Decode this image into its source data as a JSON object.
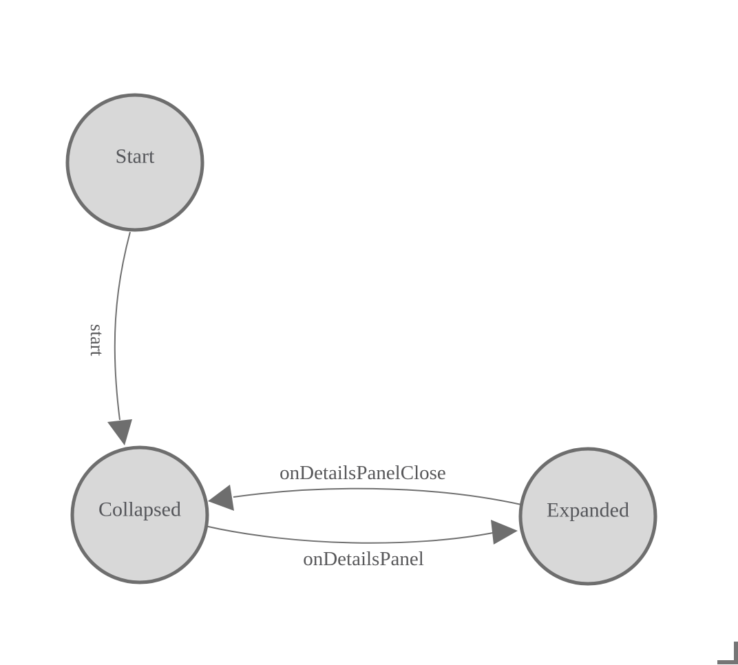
{
  "diagram": {
    "type": "state-machine",
    "nodes": [
      {
        "id": "start",
        "label": "Start"
      },
      {
        "id": "collapsed",
        "label": "Collapsed"
      },
      {
        "id": "expanded",
        "label": "Expanded"
      }
    ],
    "edges": [
      {
        "from": "Start",
        "to": "Collapsed",
        "label": "start"
      },
      {
        "from": "Expanded",
        "to": "Collapsed",
        "label": "onDetailsPanelClose"
      },
      {
        "from": "Collapsed",
        "to": "Expanded",
        "label": "onDetailsPanel"
      }
    ],
    "colors": {
      "background": "#ffffff",
      "node_fill": "#d8d8d8",
      "node_stroke": "#6e6e6e",
      "edge_stroke": "#6f6f6f",
      "arrowhead_fill": "#6e6e6e",
      "text": "#58585a",
      "corner_mark": "#757575"
    }
  }
}
